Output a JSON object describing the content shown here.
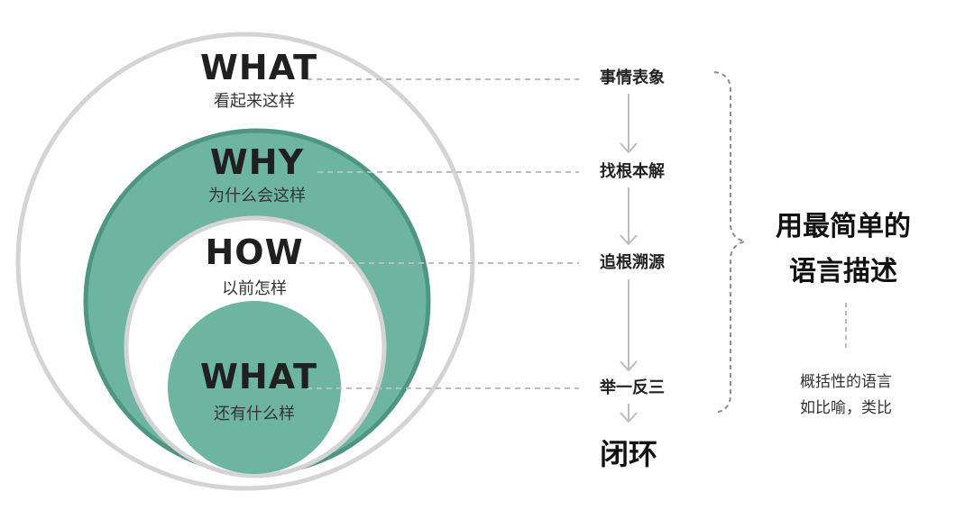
{
  "circles": {
    "outer": {
      "title": "WHAT",
      "subtitle": "看起来这样"
    },
    "why": {
      "title": "WHY",
      "subtitle": "为什么会这样"
    },
    "how": {
      "title": "HOW",
      "subtitle": "以前怎样"
    },
    "inner": {
      "title": "WHAT",
      "subtitle": "还有什么样"
    }
  },
  "steps": [
    "事情表象",
    "找根本解",
    "追根溯源",
    "举一反三"
  ],
  "result": "闭环",
  "summary": {
    "line1": "用最简单的",
    "line2": "语言描述"
  },
  "note": {
    "line1": "概括性的语言",
    "line2": "如比喻，类比"
  },
  "colors": {
    "teal": "#6db5a0",
    "teal_border": "#4e9582",
    "ring": "#d4d4d4",
    "connector": "#bdbdbd"
  }
}
